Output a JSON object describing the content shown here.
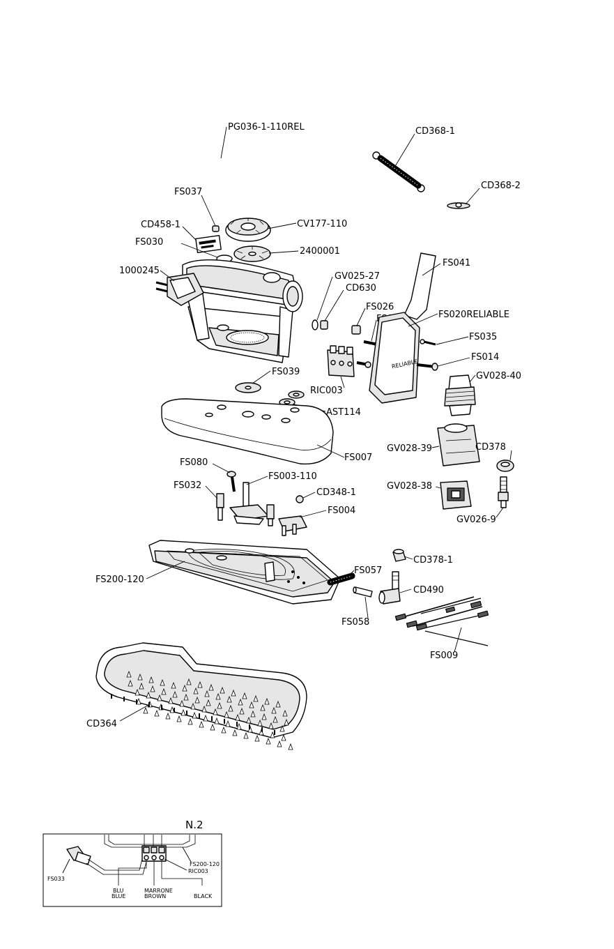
{
  "labels": {
    "pg036": "PG036-1-110REL",
    "cd368_1": "CD368-1",
    "cd368_2": "CD368-2",
    "fs037": "FS037",
    "cd458_1": "CD458-1",
    "cv177": "CV177-110",
    "fs030": "FS030",
    "p2400001": "2400001",
    "p1000245": "1000245",
    "fs041": "FS041",
    "gv025_27": "GV025-27",
    "cd630": "CD630",
    "fs026": "FS026",
    "fs018": "FS018",
    "fs020": "FS020RELIABLE",
    "fs035": "FS035",
    "fs014": "FS014",
    "fs039": "FS039",
    "gv028_40": "GV028-40",
    "ric003": "RIC003",
    "ast114": "AST114",
    "gv028_39": "GV028-39",
    "cd378": "CD378",
    "fs007": "FS007",
    "fs080": "FS080",
    "fs003": "FS003-110",
    "fs032": "FS032",
    "cd348_1": "CD348-1",
    "gv028_38": "GV028-38",
    "fs004": "FS004",
    "gv026_9": "GV026-9",
    "cd378_1": "CD378-1",
    "fs057": "FS057",
    "fs200": "FS200-120",
    "cd490": "CD490",
    "fs058": "FS058",
    "fs009": "FS009",
    "cd364": "CD364"
  },
  "inset": {
    "title": "N.2",
    "fs033": "FS033",
    "fs200": "FS200-120",
    "ric003": "RIC003",
    "blu": "BLU",
    "blue": "BLUE",
    "marrone": "MARRONE",
    "brown": "BROWN",
    "black": "BLACK"
  },
  "brand_text": "RELIABLE"
}
